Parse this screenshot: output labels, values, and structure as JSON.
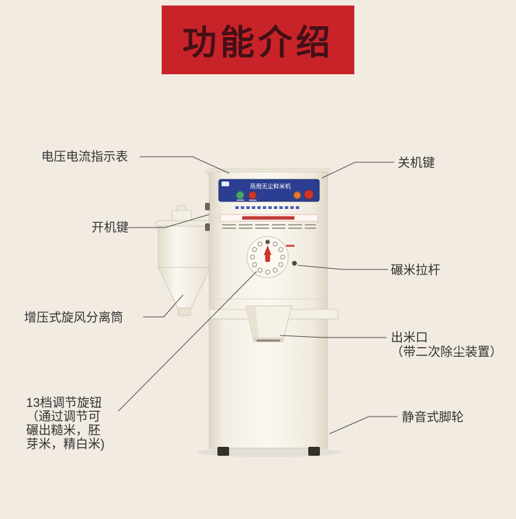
{
  "page": {
    "title": "功能介绍",
    "background_color": "#f1ebe2",
    "banner_color": "#c9232a",
    "title_color": "#431016"
  },
  "machine": {
    "panel_title": "商用无尘鲜米机",
    "colors": {
      "body_white": "#faf7f0",
      "panel_blue": "#2b3e92",
      "indicator_green": "#49a36b",
      "indicator_red": "#c63a31",
      "stop_button_red": "#cf3428",
      "pointer_red": "#c9342c",
      "callout_line": "#4a4a4a"
    }
  },
  "labels": {
    "voltage": "电压电流指示表",
    "power_off": "关机键",
    "power_on": "开机键",
    "cyclone": "增压式旋风分离筒",
    "knob": "13档调节旋钮\n（通过调节可\n碾出糙米，胚\n芽米，精白米)",
    "lever": "碾米拉杆",
    "outlet": "出米口\n（带二次除尘装置）",
    "casters": "静音式脚轮"
  }
}
